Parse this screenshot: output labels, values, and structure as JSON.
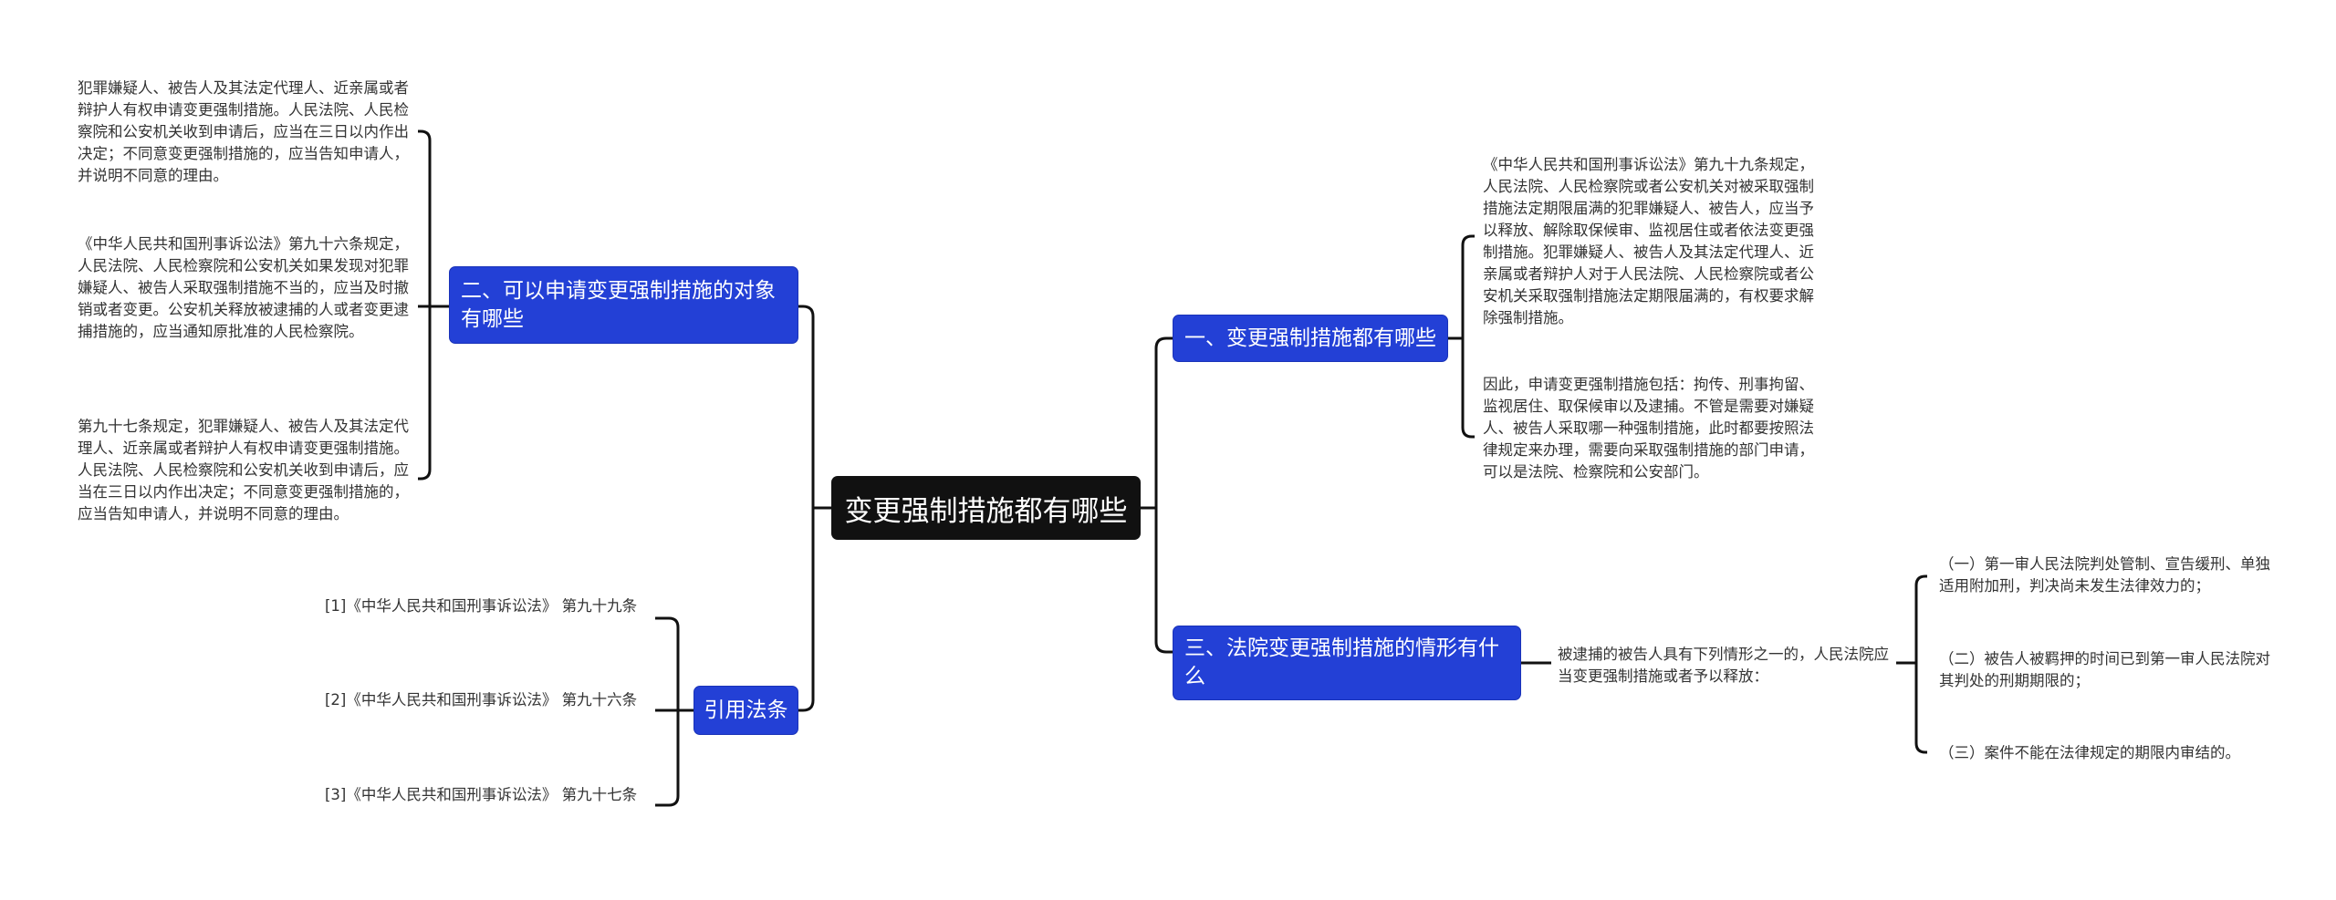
{
  "center": "变更强制措施都有哪些",
  "branches": {
    "b1": {
      "title": "一、变更强制措施都有哪些",
      "items": [
        "《中华人民共和国刑事诉讼法》第九十九条规定，人民法院、人民检察院或者公安机关对被采取强制措施法定期限届满的犯罪嫌疑人、被告人，应当予以释放、解除取保候审、监视居住或者依法变更强制措施。犯罪嫌疑人、被告人及其法定代理人、近亲属或者辩护人对于人民法院、人民检察院或者公安机关采取强制措施法定期限届满的，有权要求解除强制措施。",
        "因此，申请变更强制措施包括：拘传、刑事拘留、监视居住、取保候审以及逮捕。不管是需要对嫌疑人、被告人采取哪一种强制措施，此时都要按照法律规定来办理，需要向采取强制措施的部门申请，可以是法院、检察院和公安部门。"
      ]
    },
    "b2": {
      "title": "二、可以申请变更强制措施的对象有哪些",
      "items": [
        "犯罪嫌疑人、被告人及其法定代理人、近亲属或者辩护人有权申请变更强制措施。人民法院、人民检察院和公安机关收到申请后，应当在三日以内作出决定；不同意变更强制措施的，应当告知申请人，并说明不同意的理由。",
        "《中华人民共和国刑事诉讼法》第九十六条规定，人民法院、人民检察院和公安机关如果发现对犯罪嫌疑人、被告人采取强制措施不当的，应当及时撤销或者变更。公安机关释放被逮捕的人或者变更逮捕措施的，应当通知原批准的人民检察院。",
        "第九十七条规定，犯罪嫌疑人、被告人及其法定代理人、近亲属或者辩护人有权申请变更强制措施。人民法院、人民检察院和公安机关收到申请后，应当在三日以内作出决定；不同意变更强制措施的，应当告知申请人，并说明不同意的理由。"
      ]
    },
    "b3": {
      "title": "三、法院变更强制措施的情形有什么",
      "child": "被逮捕的被告人具有下列情形之一的，人民法院应当变更强制措施或者予以释放：",
      "items": [
        "（一）第一审人民法院判处管制、宣告缓刑、单独适用附加刑，判决尚未发生法律效力的；",
        "（二）被告人被羁押的时间已到第一审人民法院对其判处的刑期期限的；",
        "（三）案件不能在法律规定的期限内审结的。"
      ]
    },
    "refs": {
      "title": "引用法条",
      "items": [
        "[1]《中华人民共和国刑事诉讼法》 第九十九条",
        "[2]《中华人民共和国刑事诉讼法》 第九十六条",
        "[3]《中华人民共和国刑事诉讼法》 第九十七条"
      ]
    }
  }
}
